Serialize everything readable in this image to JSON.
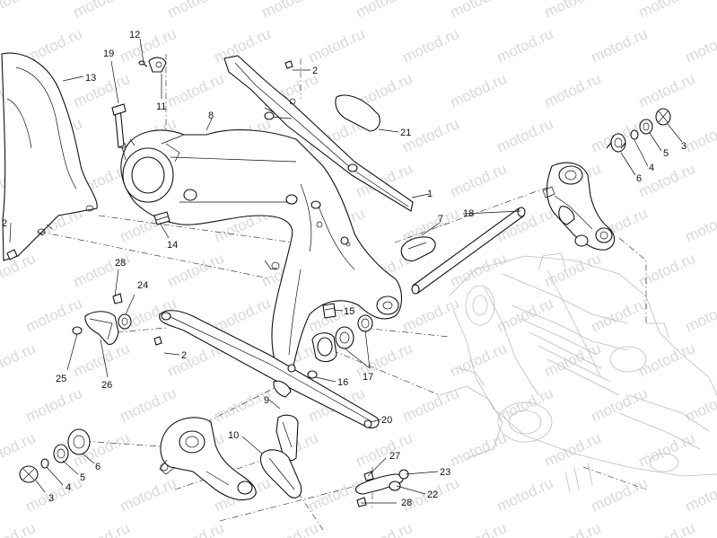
{
  "watermark": {
    "text": "motod.ru"
  },
  "callouts": [
    {
      "id": "c1",
      "text": "1"
    },
    {
      "id": "c2a",
      "text": "2"
    },
    {
      "id": "c2b",
      "text": "2"
    },
    {
      "id": "c2c",
      "text": "2"
    },
    {
      "id": "c3a",
      "text": "3"
    },
    {
      "id": "c3b",
      "text": "3"
    },
    {
      "id": "c4a",
      "text": "4"
    },
    {
      "id": "c4b",
      "text": "4"
    },
    {
      "id": "c5a",
      "text": "5"
    },
    {
      "id": "c5b",
      "text": "5"
    },
    {
      "id": "c6a",
      "text": "6"
    },
    {
      "id": "c6b",
      "text": "6"
    },
    {
      "id": "c7",
      "text": "7"
    },
    {
      "id": "c8",
      "text": "8"
    },
    {
      "id": "c9",
      "text": "9"
    },
    {
      "id": "c10",
      "text": "10"
    },
    {
      "id": "c11",
      "text": "11"
    },
    {
      "id": "c12",
      "text": "12"
    },
    {
      "id": "c13",
      "text": "13"
    },
    {
      "id": "c14",
      "text": "14"
    },
    {
      "id": "c15",
      "text": "15"
    },
    {
      "id": "c16",
      "text": "16"
    },
    {
      "id": "c17",
      "text": "17"
    },
    {
      "id": "c18",
      "text": "18"
    },
    {
      "id": "c19",
      "text": "19"
    },
    {
      "id": "c20",
      "text": "20"
    },
    {
      "id": "c21",
      "text": "21"
    },
    {
      "id": "c22",
      "text": "22"
    },
    {
      "id": "c23",
      "text": "23"
    },
    {
      "id": "c24",
      "text": "24"
    },
    {
      "id": "c25",
      "text": "25"
    },
    {
      "id": "c26",
      "text": "26"
    },
    {
      "id": "c27",
      "text": "27"
    },
    {
      "id": "c28a",
      "text": "28"
    },
    {
      "id": "c28b",
      "text": "28"
    }
  ]
}
